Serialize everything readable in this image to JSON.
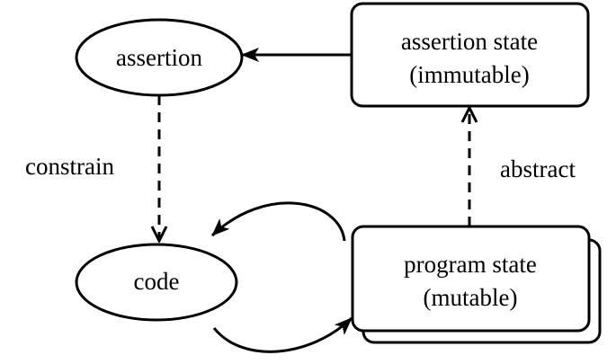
{
  "diagram": {
    "nodes": {
      "assertion": {
        "label": "assertion"
      },
      "code": {
        "label": "code"
      },
      "assertion_state": {
        "line1": "assertion state",
        "line2": "(immutable)"
      },
      "program_state": {
        "line1": "program state",
        "line2": "(mutable)"
      }
    },
    "edges": {
      "constrain": {
        "label": "constrain"
      },
      "abstract": {
        "label": "abstract"
      }
    }
  }
}
